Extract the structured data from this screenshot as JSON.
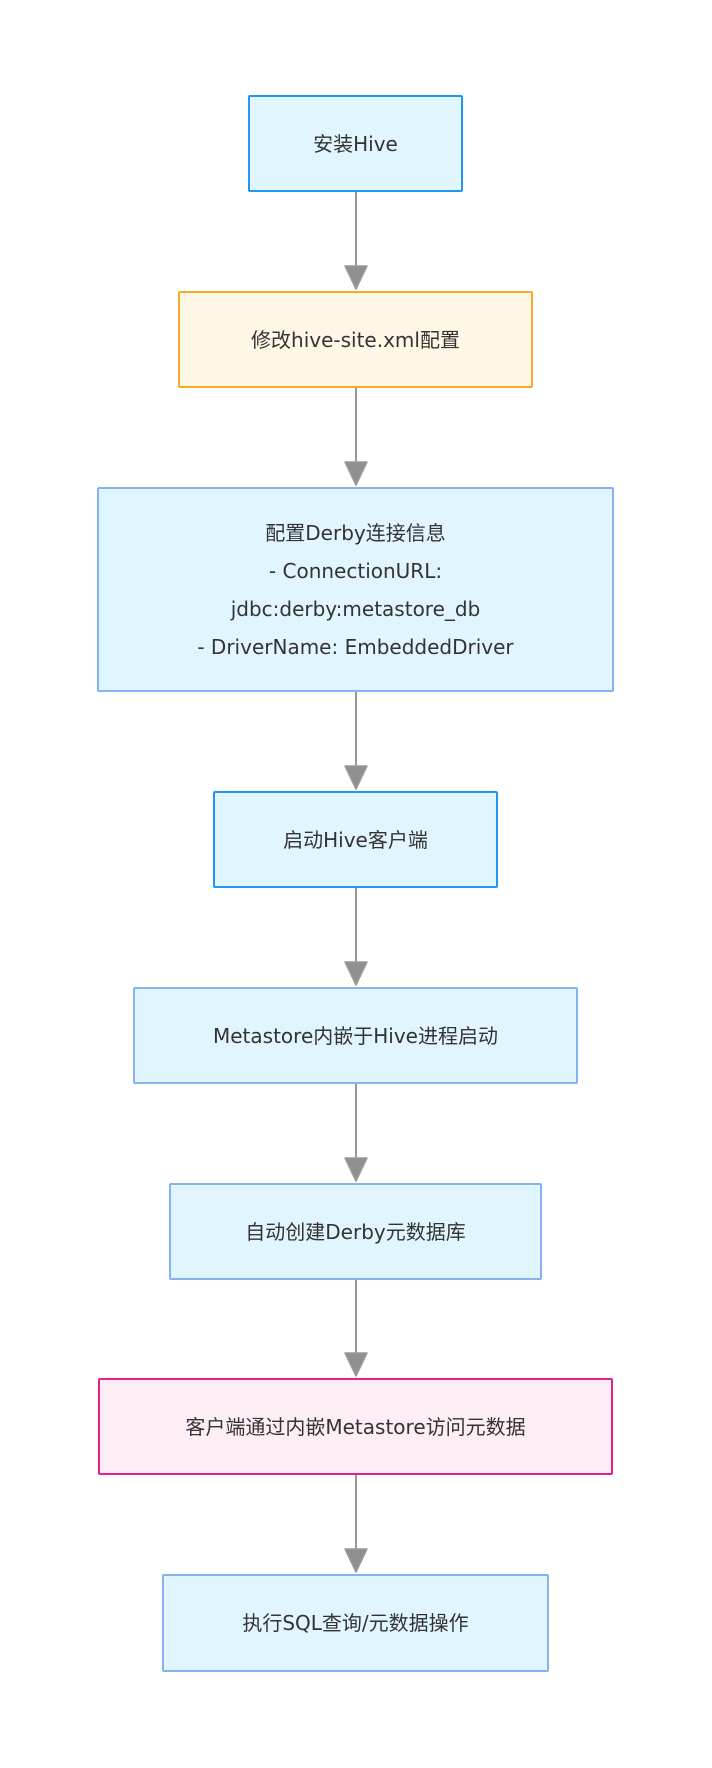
{
  "diagram": {
    "type": "flowchart",
    "direction": "top-down",
    "nodes": [
      {
        "id": "install-hive",
        "label": "安装Hive",
        "style": "blue-bright"
      },
      {
        "id": "edit-hive-site",
        "label": "修改hive-site.xml配置",
        "style": "orange"
      },
      {
        "id": "configure-derby",
        "lines": [
          "配置Derby连接信息",
          "- ConnectionURL:",
          "jdbc:derby:metastore_db",
          "- DriverName: EmbeddedDriver"
        ],
        "style": "blue-soft"
      },
      {
        "id": "start-hive-client",
        "label": "启动Hive客户端",
        "style": "blue-bright"
      },
      {
        "id": "metastore-embedded",
        "label": "Metastore内嵌于Hive进程启动",
        "style": "blue-soft"
      },
      {
        "id": "create-derby-db",
        "label": "自动创建Derby元数据库",
        "style": "blue-soft"
      },
      {
        "id": "client-access-metastore",
        "label": "客户端通过内嵌Metastore访问元数据",
        "style": "pink"
      },
      {
        "id": "execute-sql",
        "label": "执行SQL查询/元数据操作",
        "style": "blue-soft"
      }
    ],
    "edges": [
      {
        "from": "install-hive",
        "to": "edit-hive-site"
      },
      {
        "from": "edit-hive-site",
        "to": "configure-derby"
      },
      {
        "from": "configure-derby",
        "to": "start-hive-client"
      },
      {
        "from": "start-hive-client",
        "to": "metastore-embedded"
      },
      {
        "from": "metastore-embedded",
        "to": "create-derby-db"
      },
      {
        "from": "create-derby-db",
        "to": "client-access-metastore"
      },
      {
        "from": "client-access-metastore",
        "to": "execute-sql"
      }
    ],
    "colors": {
      "node_fill_blue": "#e1f5fe",
      "node_stroke_blue_bright": "#2196f3",
      "node_stroke_blue_soft": "#85b3f2",
      "node_fill_orange": "#fff7e6",
      "node_stroke_orange": "#f7a928",
      "node_fill_pink": "#fdeef6",
      "node_stroke_pink": "#e4218b",
      "edge_line": "#999999",
      "edge_arrowhead": "#909090",
      "text": "#333333",
      "background": "#ffffff"
    }
  }
}
